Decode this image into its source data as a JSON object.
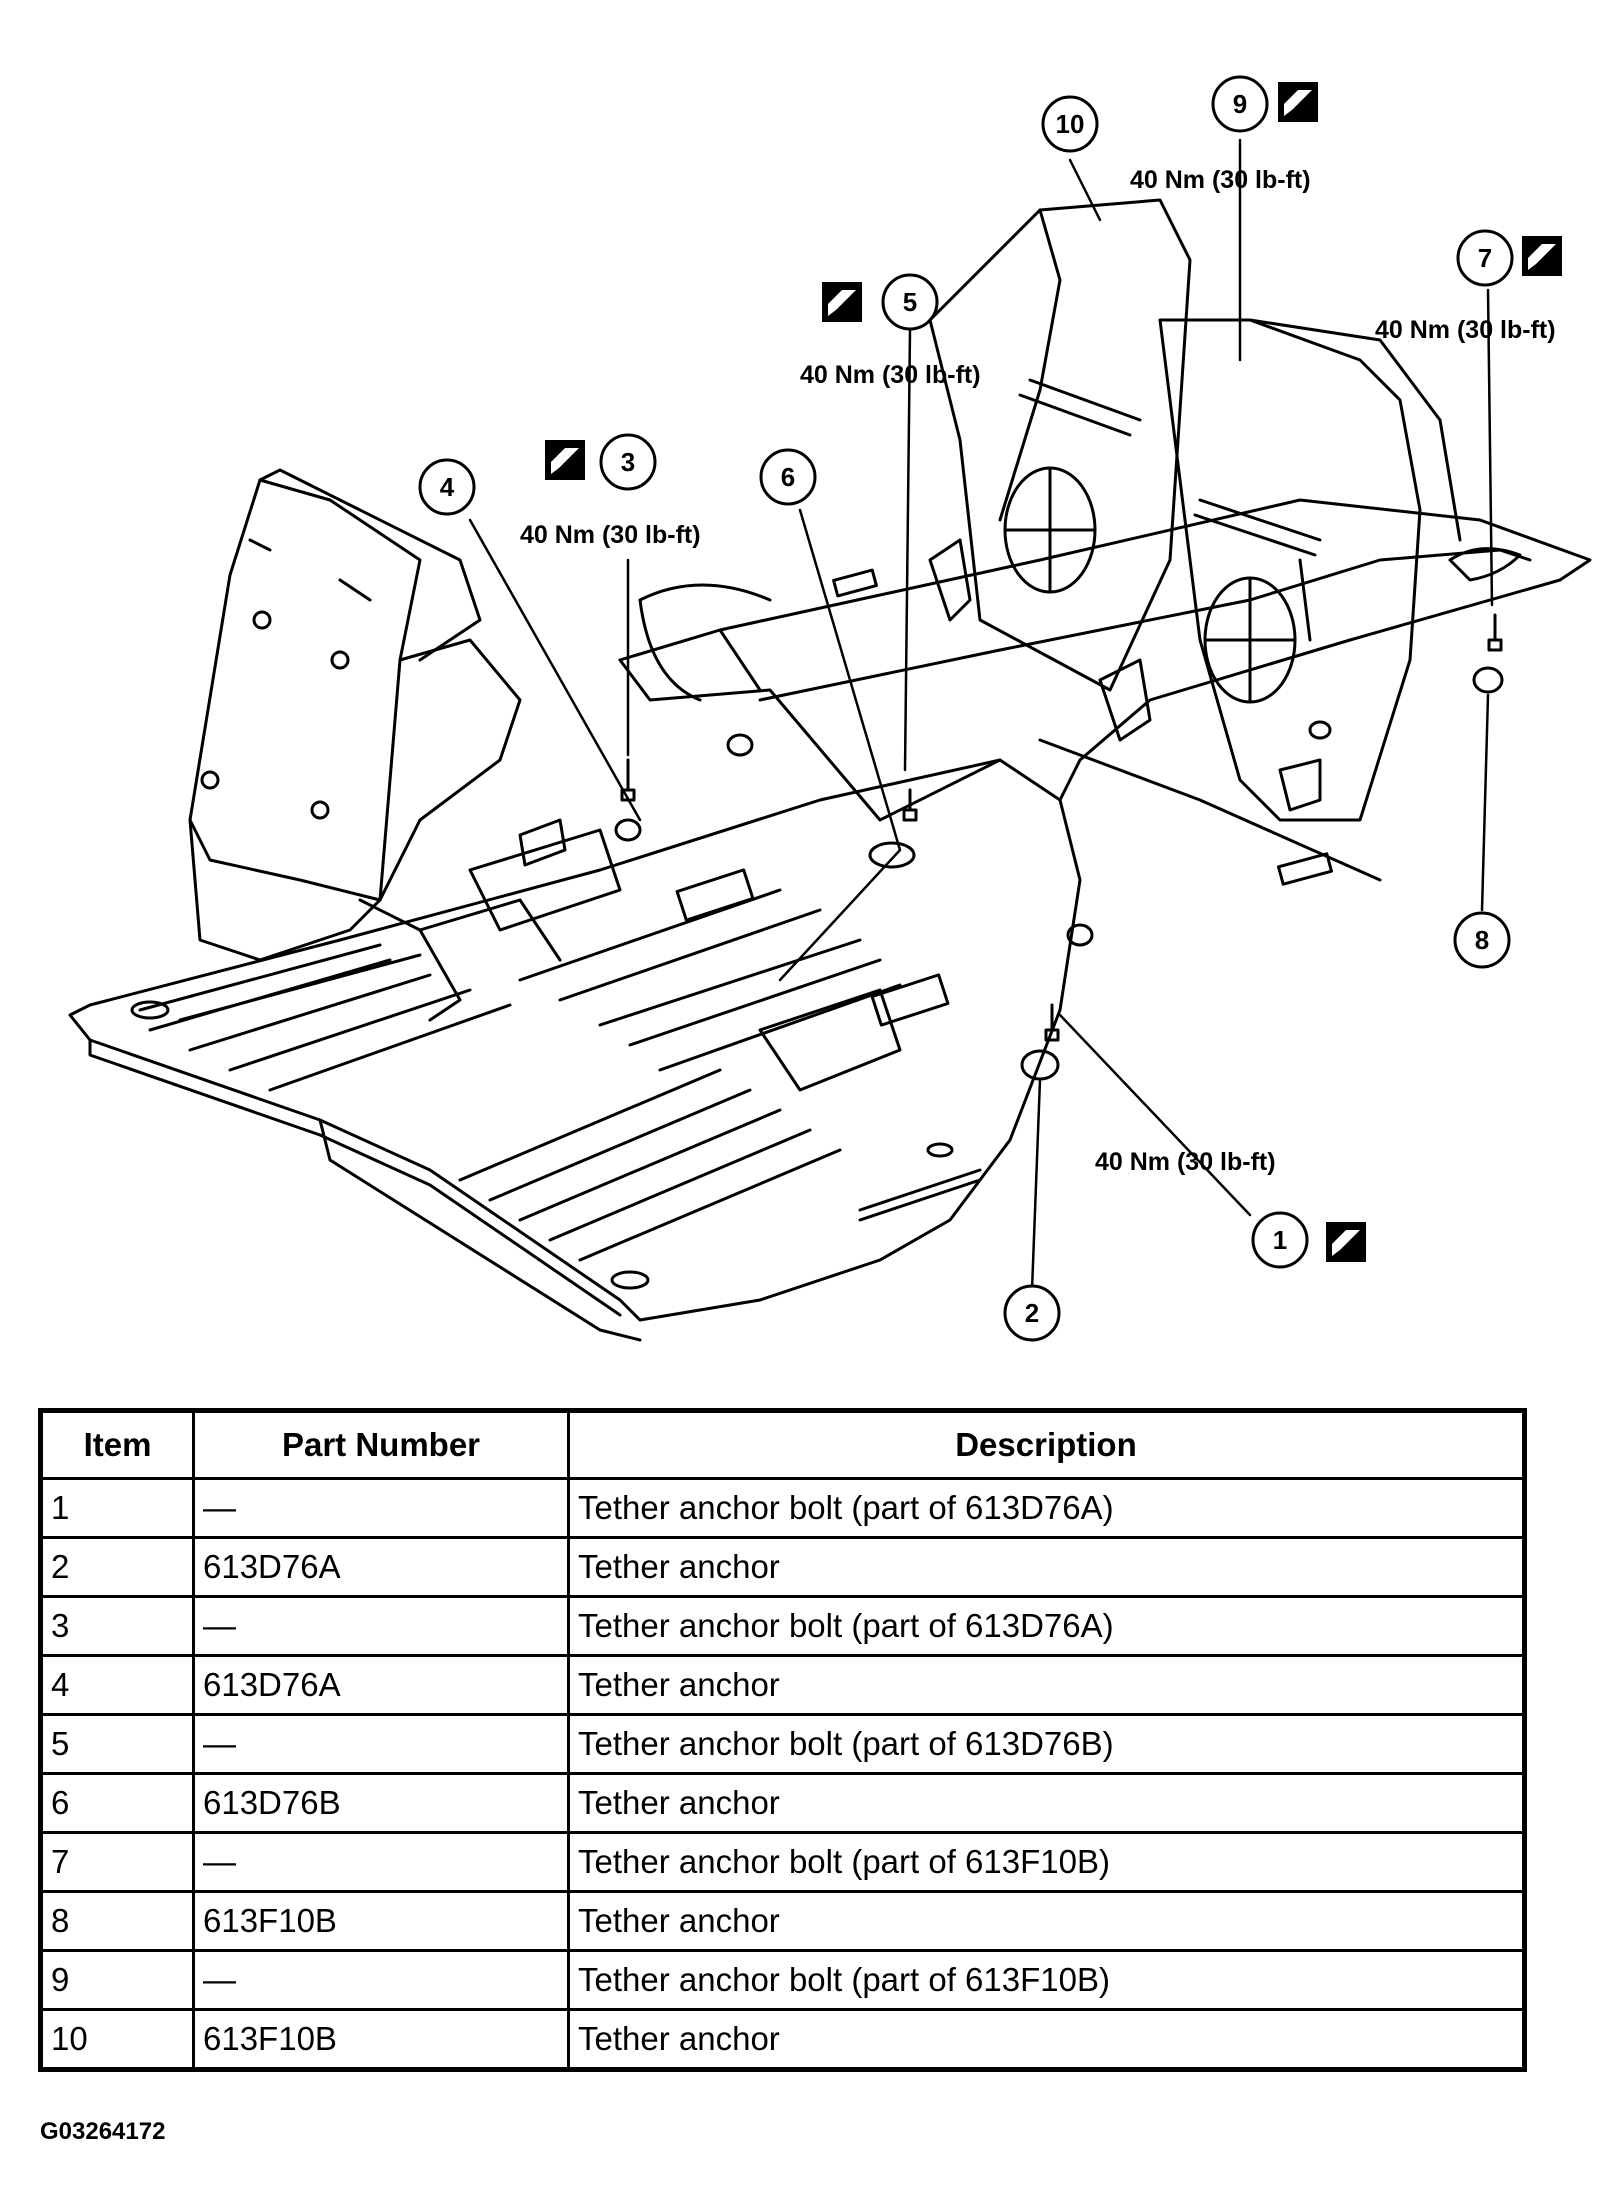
{
  "figure": {
    "torque_label": "40 Nm (30 lb-ft)",
    "callouts": [
      "1",
      "2",
      "3",
      "4",
      "5",
      "6",
      "7",
      "8",
      "9",
      "10"
    ]
  },
  "table": {
    "headers": {
      "item": "Item",
      "part_number": "Part Number",
      "description": "Description"
    },
    "rows": [
      {
        "item": "1",
        "part_number": "—",
        "description": "Tether anchor bolt (part of 613D76A)"
      },
      {
        "item": "2",
        "part_number": "613D76A",
        "description": "Tether anchor"
      },
      {
        "item": "3",
        "part_number": "—",
        "description": "Tether anchor bolt (part of 613D76A)"
      },
      {
        "item": "4",
        "part_number": "613D76A",
        "description": "Tether anchor"
      },
      {
        "item": "5",
        "part_number": "—",
        "description": "Tether anchor bolt (part of 613D76B)"
      },
      {
        "item": "6",
        "part_number": "613D76B",
        "description": "Tether anchor"
      },
      {
        "item": "7",
        "part_number": "—",
        "description": "Tether anchor bolt (part of 613F10B)"
      },
      {
        "item": "8",
        "part_number": "613F10B",
        "description": "Tether anchor"
      },
      {
        "item": "9",
        "part_number": "—",
        "description": "Tether anchor bolt (part of 613F10B)"
      },
      {
        "item": "10",
        "part_number": "613F10B",
        "description": "Tether anchor"
      }
    ]
  },
  "figure_code": "G03264172"
}
